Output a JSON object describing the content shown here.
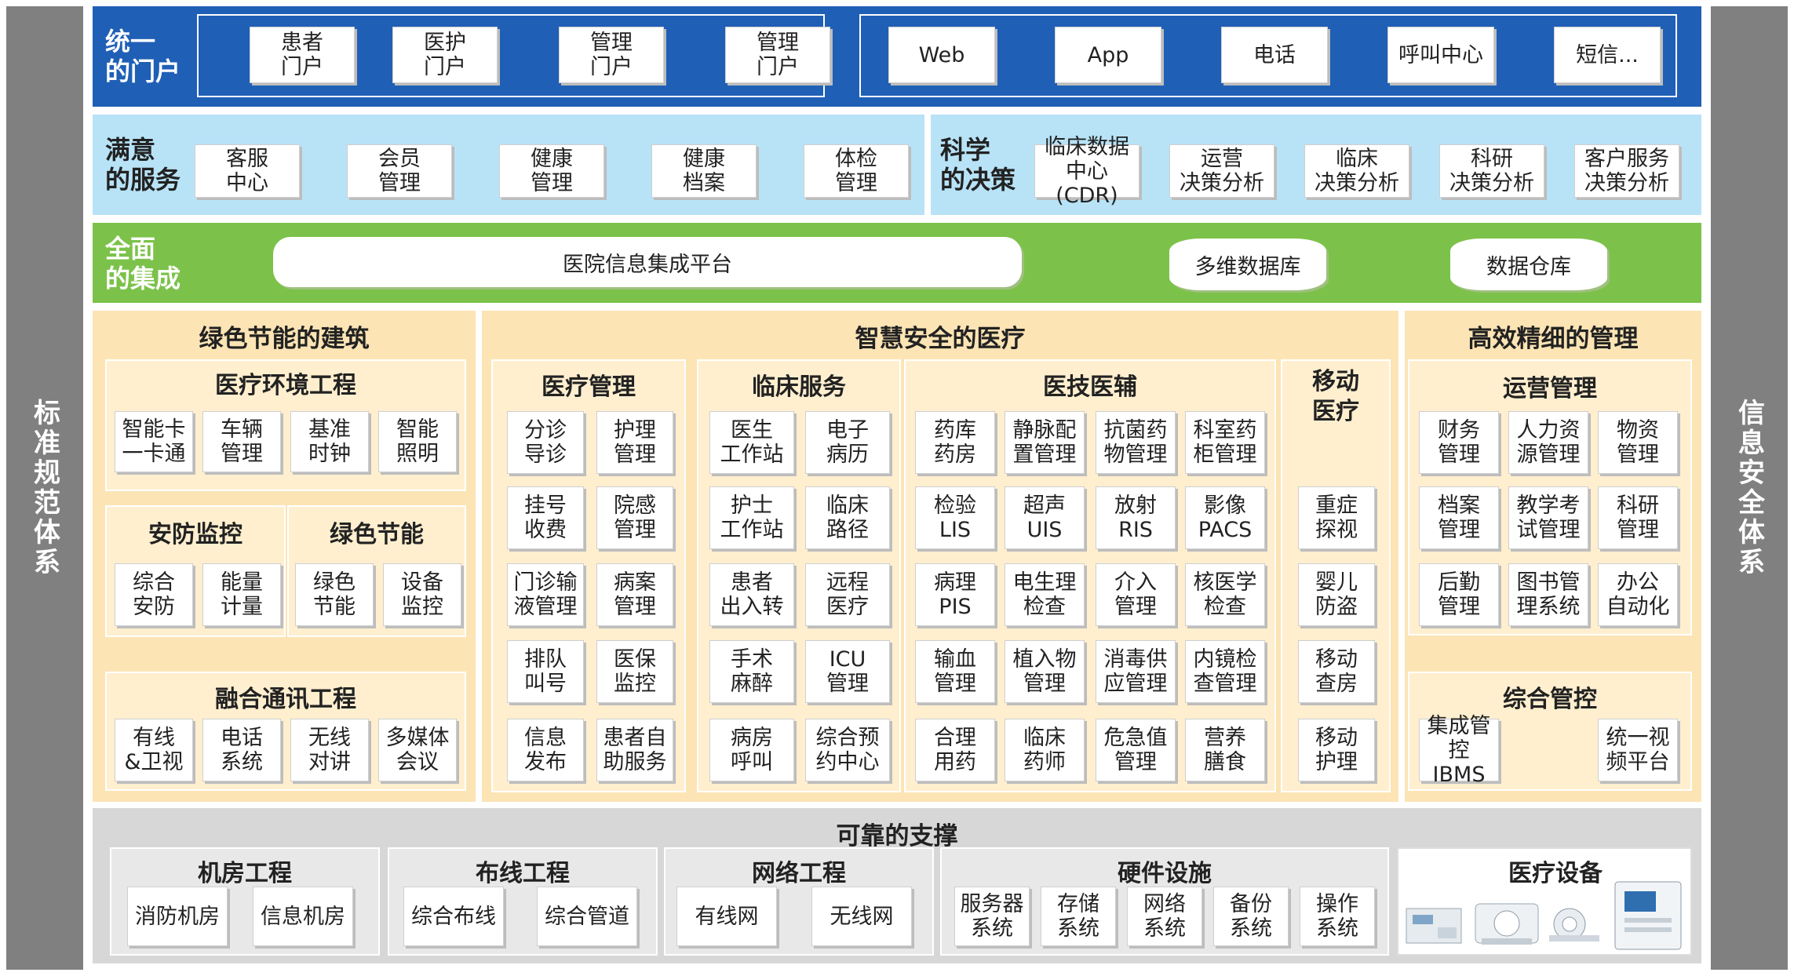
{
  "side_left": "标准规范体系",
  "side_right": "信息安全体系",
  "portal": {
    "label": "统一\n的门户",
    "group1": [
      "患者\n门户",
      "医护\n门户",
      "管理\n门户",
      "管理\n门户"
    ],
    "group2": [
      "Web",
      "App",
      "电话",
      "呼叫中心",
      "短信..."
    ]
  },
  "service": {
    "label": "满意\n的服务",
    "items": [
      "客服\n中心",
      "会员\n管理",
      "健康\n管理",
      "健康\n档案",
      "体检\n管理"
    ]
  },
  "decision": {
    "label": "科学\n的决策",
    "items": [
      "临床数据\n中心(CDR)",
      "运营\n决策分析",
      "临床\n决策分析",
      "科研\n决策分析",
      "客户服务\n决策分析"
    ]
  },
  "integration": {
    "label": "全面\n的集成",
    "platform": "医院信息集成平台",
    "db1": "多维数据库",
    "db2": "数据仓库"
  },
  "green_building": {
    "title": "绿色节能的建筑",
    "env_title": "医疗环境工程",
    "env_items": [
      "智能卡\n一卡通",
      "车辆\n管理",
      "基准\n时钟",
      "智能\n照明"
    ],
    "security_title": "安防监控",
    "security_items": [
      "综合\n安防",
      "能量\n计量"
    ],
    "energy_title": "绿色节能",
    "energy_items": [
      "绿色\n节能",
      "设备\n监控"
    ],
    "comm_title": "融合通讯工程",
    "comm_items": [
      "有线\n&卫视",
      "电话\n系统",
      "无线\n对讲",
      "多媒体\n会议"
    ]
  },
  "smart_medical": {
    "title": "智慧安全的医疗",
    "med_mgmt_title": "医疗管理",
    "med_mgmt_items": [
      "分诊\n导诊",
      "护理\n管理",
      "挂号\n收费",
      "院感\n管理",
      "门诊输\n液管理",
      "病案\n管理",
      "排队\n叫号",
      "医保\n监控",
      "信息\n发布",
      "患者自\n助服务"
    ],
    "clinical_title": "临床服务",
    "clinical_items": [
      "医生\n工作站",
      "电子\n病历",
      "护士\n工作站",
      "临床\n路径",
      "患者\n出入转",
      "远程\n医疗",
      "手术\n麻醉",
      "ICU\n管理",
      "病房\n呼叫",
      "综合预\n约中心"
    ],
    "tech_title": "医技医辅",
    "tech_items": [
      "药库\n药房",
      "静脉配\n置管理",
      "抗菌药\n物管理",
      "科室药\n柜管理",
      "检验\nLIS",
      "超声\nUIS",
      "放射\nRIS",
      "影像\nPACS",
      "病理\nPIS",
      "电生理\n检查",
      "介入\n管理",
      "核医学\n检查",
      "输血\n管理",
      "植入物\n管理",
      "消毒供\n应管理",
      "内镜检\n查管理",
      "合理\n用药",
      "临床\n药师",
      "危急值\n管理",
      "营养\n膳食"
    ],
    "mobile_title": "移动\n医疗",
    "mobile_items": [
      "重症\n探视",
      "婴儿\n防盗",
      "移动\n查房",
      "移动\n护理"
    ]
  },
  "management": {
    "title": "高效精细的管理",
    "ops_title": "运营管理",
    "ops_items": [
      "财务\n管理",
      "人力资\n源管理",
      "物资\n管理",
      "档案\n管理",
      "教学考\n试管理",
      "科研\n管理",
      "后勤\n管理",
      "图书管\n理系统",
      "办公\n自动化"
    ],
    "ctrl_title": "综合管控",
    "ctrl_items": [
      "集成管控\nIBMS",
      "统一视\n频平台"
    ]
  },
  "support": {
    "title": "可靠的支撑",
    "room_title": "机房工程",
    "room_items": [
      "消防机房",
      "信息机房"
    ],
    "wiring_title": "布线工程",
    "wiring_items": [
      "综合布线",
      "综合管道"
    ],
    "network_title": "网络工程",
    "network_items": [
      "有线网",
      "无线网"
    ],
    "hw_title": "硬件设施",
    "hw_items": [
      "服务器\n系统",
      "存储\n系统",
      "网络\n系统",
      "备份\n系统",
      "操作\n系统"
    ],
    "equip_title": "医疗设备"
  }
}
